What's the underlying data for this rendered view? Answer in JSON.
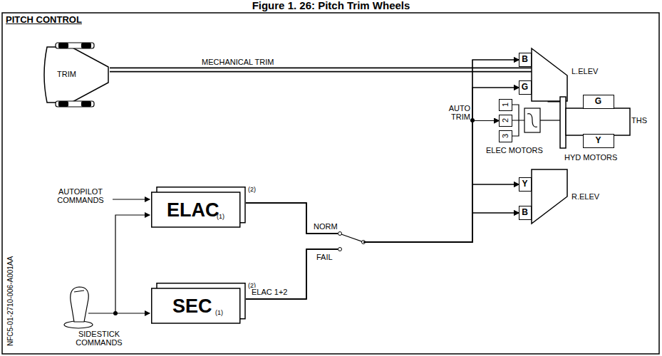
{
  "diagram": {
    "title": "Figure 1. 26: Pitch Trim Wheels",
    "nodes": [
      {
        "text": [
          "TRIM"
        ]
      },
      {
        "text": [
          "L.ELEV"
        ]
      },
      {
        "text": [
          "B"
        ],
        "in": 1
      },
      {
        "text": [
          "G"
        ],
        "in": 1
      },
      {
        "text": [
          "1"
        ]
      },
      {
        "text": [
          "2"
        ]
      },
      {
        "text": [
          "3"
        ]
      },
      {
        "text": [
          "THS"
        ]
      },
      {
        "text": [
          "G"
        ],
        "in": 7
      },
      {
        "text": [
          "Y"
        ],
        "in": 7
      },
      {
        "text": [
          "R.ELEV"
        ]
      },
      {
        "text": [
          "Y"
        ],
        "in": 10
      },
      {
        "text": [
          "B"
        ],
        "in": 10
      },
      {
        "text": [
          "ELAC",
          "(1)",
          "(2)"
        ]
      },
      {
        "text": [
          "SEC",
          "(1)",
          "(2)"
        ]
      }
    ],
    "edges": [
      {
        "from": 0,
        "to": 7,
        "arrow": "none",
        "label": "MECHANICAL TRIM"
      },
      {
        "from": 13,
        "to": 2,
        "arrow": "to"
      },
      {
        "from": 13,
        "to": 3,
        "arrow": "to"
      },
      {
        "from": 13,
        "to": 5,
        "arrow": "to"
      },
      {
        "from": 13,
        "to": 11,
        "arrow": "to"
      },
      {
        "from": 13,
        "to": 12,
        "arrow": "to"
      },
      {
        "from": 14,
        "to": 2,
        "arrow": "to",
        "label": "ELAC 1+2"
      },
      {
        "from": 14,
        "to": 3,
        "arrow": "to"
      },
      {
        "from": 14,
        "to": 5,
        "arrow": "to"
      },
      {
        "from": 14,
        "to": 11,
        "arrow": "to"
      },
      {
        "from": 14,
        "to": 12,
        "arrow": "to"
      }
    ],
    "labels": [
      "PITCH CONTROL",
      "AUTO TRIM",
      "ELEC MOTORS",
      "HYD MOTORS",
      "AUTOPILOT COMMANDS",
      "SIDESTICK COMMANDS",
      "NORM",
      "FAIL",
      "NFC5-01-2710-006-A001AA"
    ]
  }
}
